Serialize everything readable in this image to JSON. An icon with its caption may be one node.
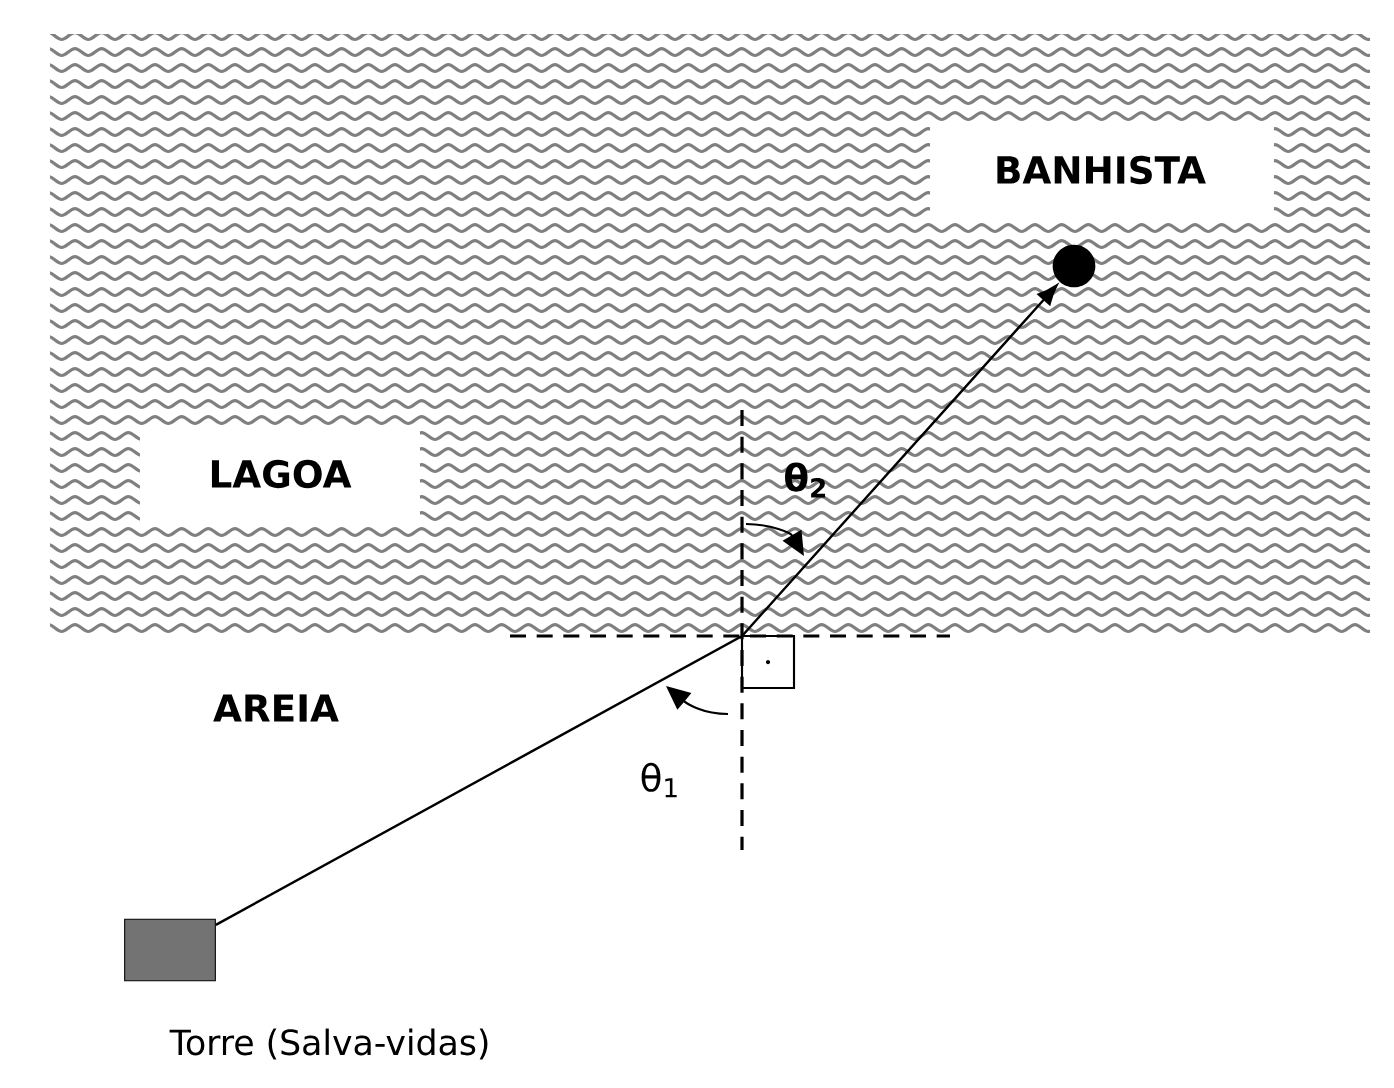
{
  "diagram": {
    "nodes": [
      {
        "text": [],
        "shape": "box",
        "beside": [
          "Torre (Salva-vidas)"
        ]
      },
      {
        "text": [],
        "shape": "circle",
        "beside": [
          "BANHISTA"
        ]
      }
    ],
    "edges": [
      {
        "from": 0,
        "to": 1,
        "arrow": "to"
      }
    ],
    "labels": [
      "LAGOA",
      "θ$_{2}$",
      "AREIA",
      "θ$_{1}$"
    ]
  }
}
